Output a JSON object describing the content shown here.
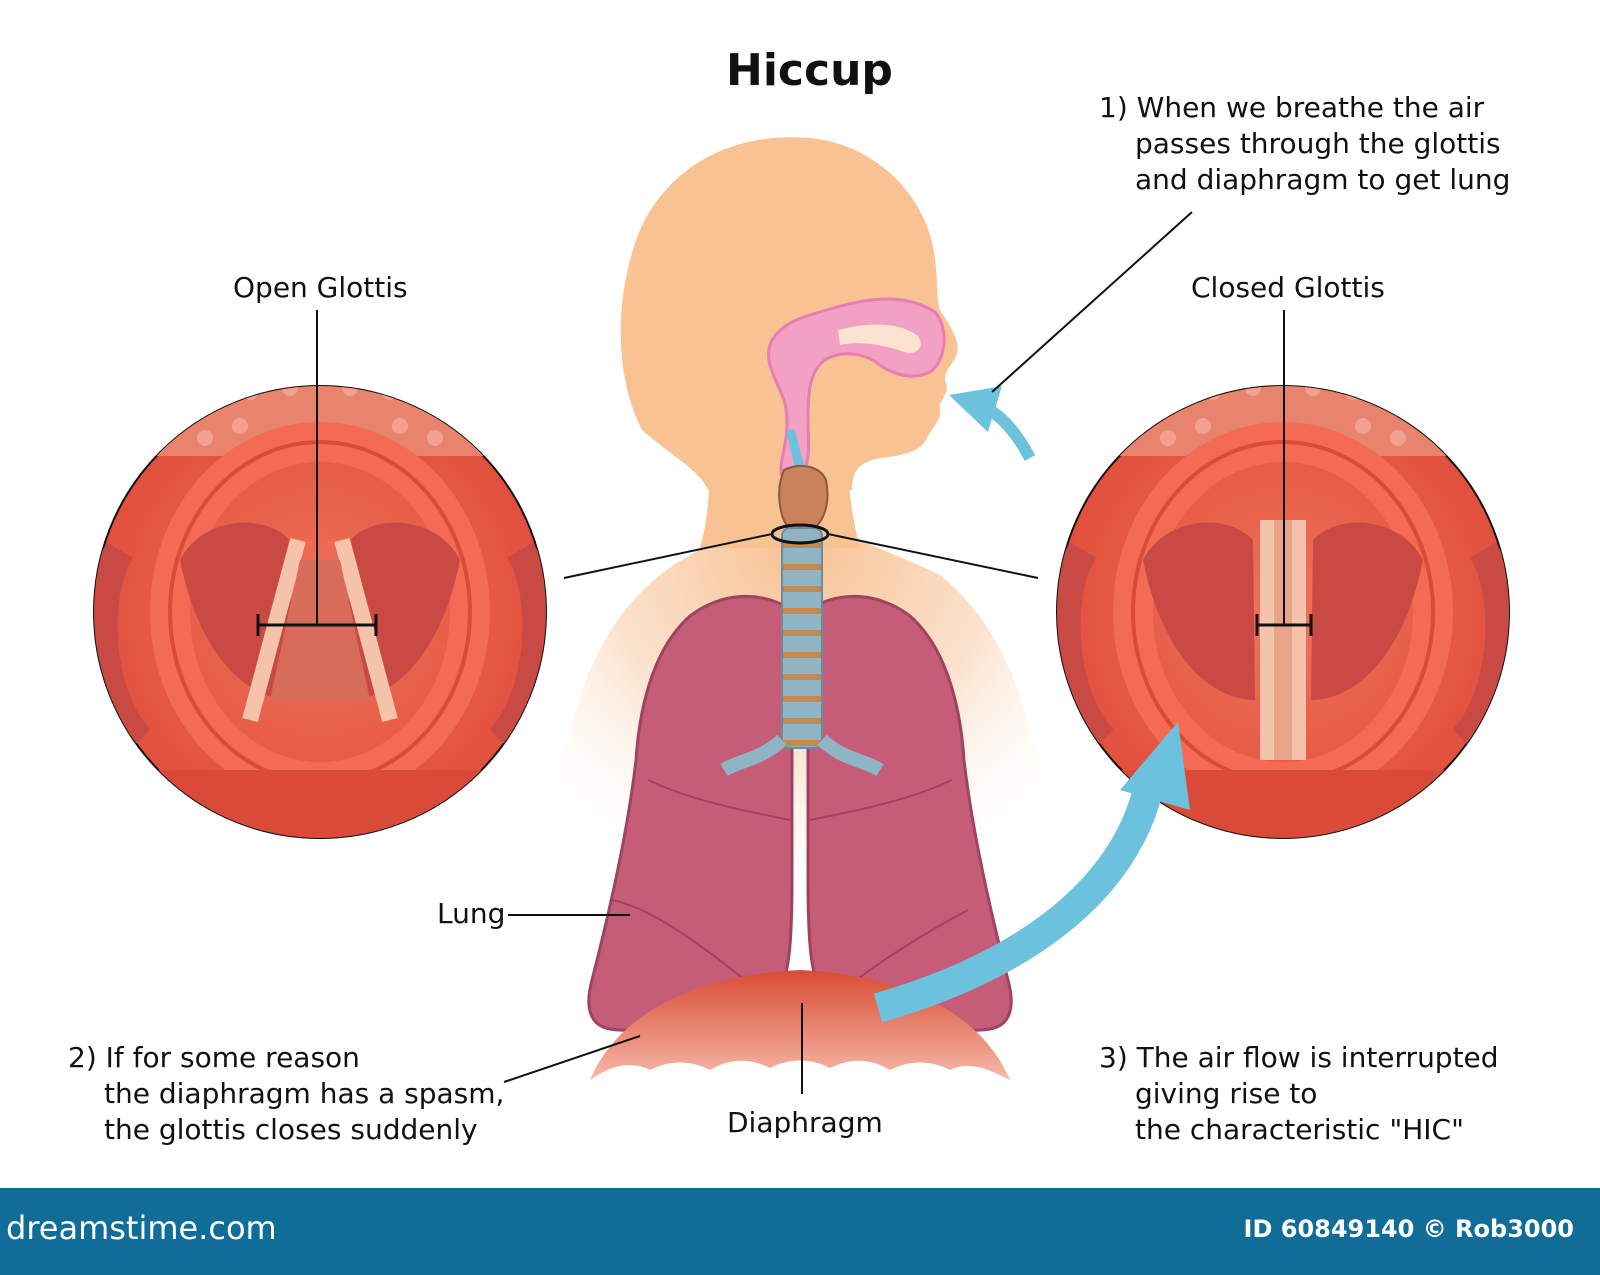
{
  "title": "Hiccup",
  "labels": {
    "open_glottis": "Open Glottis",
    "closed_glottis": "Closed Glottis",
    "lung": "Lung",
    "diaphragm": "Diaphragm"
  },
  "steps": [
    {
      "lines": [
        "1) When we breathe the air",
        "passes through the glottis",
        "and diaphragm to get lung"
      ]
    },
    {
      "lines": [
        "2) If for some reason",
        "the diaphragm has a spasm,",
        "the glottis closes suddenly"
      ]
    },
    {
      "lines": [
        "3) The air flow is interrupted",
        "giving rise to",
        "the characteristic \"HIC\""
      ]
    }
  ],
  "footer": {
    "brand": "dreamstime.com",
    "credit": "ID 60849140 © Rob3000"
  },
  "colors": {
    "skin": "#f8c293",
    "tissue": "#e8513d",
    "lung": "#c55d78",
    "trachea": "#8fb4c4",
    "airway": "#f2a1c4",
    "arrow": "#6cc1dc",
    "footer": "#0f6d97"
  }
}
